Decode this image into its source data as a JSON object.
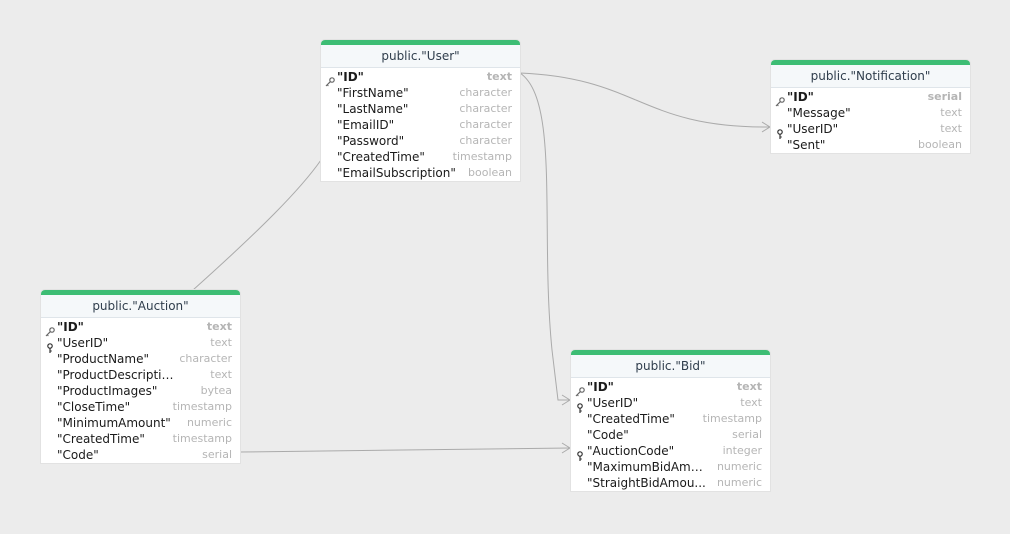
{
  "diagram": {
    "colors": {
      "background": "#ececec",
      "table_accent": "#3dbd74",
      "connector": "#aaaaaa"
    },
    "tables": [
      {
        "id": "user",
        "title": "public.\"User\"",
        "columns": [
          {
            "name": "\"ID\"",
            "type": "text",
            "key": "primary"
          },
          {
            "name": "\"FirstName\"",
            "type": "character",
            "key": ""
          },
          {
            "name": "\"LastName\"",
            "type": "character",
            "key": ""
          },
          {
            "name": "\"EmailID\"",
            "type": "character",
            "key": ""
          },
          {
            "name": "\"Password\"",
            "type": "character",
            "key": ""
          },
          {
            "name": "\"CreatedTime\"",
            "type": "timestamp",
            "key": ""
          },
          {
            "name": "\"EmailSubscription\"",
            "type": "boolean",
            "key": ""
          }
        ]
      },
      {
        "id": "notification",
        "title": "public.\"Notification\"",
        "columns": [
          {
            "name": "\"ID\"",
            "type": "serial",
            "key": "primary"
          },
          {
            "name": "\"Message\"",
            "type": "text",
            "key": ""
          },
          {
            "name": "\"UserID\"",
            "type": "text",
            "key": "foreign"
          },
          {
            "name": "\"Sent\"",
            "type": "boolean",
            "key": ""
          }
        ]
      },
      {
        "id": "auction",
        "title": "public.\"Auction\"",
        "columns": [
          {
            "name": "\"ID\"",
            "type": "text",
            "key": "primary"
          },
          {
            "name": "\"UserID\"",
            "type": "text",
            "key": "foreign"
          },
          {
            "name": "\"ProductName\"",
            "type": "character",
            "key": ""
          },
          {
            "name": "\"ProductDescription\"",
            "type": "text",
            "key": ""
          },
          {
            "name": "\"ProductImages\"",
            "type": "bytea",
            "key": ""
          },
          {
            "name": "\"CloseTime\"",
            "type": "timestamp",
            "key": ""
          },
          {
            "name": "\"MinimumAmount\"",
            "type": "numeric",
            "key": ""
          },
          {
            "name": "\"CreatedTime\"",
            "type": "timestamp",
            "key": ""
          },
          {
            "name": "\"Code\"",
            "type": "serial",
            "key": ""
          }
        ]
      },
      {
        "id": "bid",
        "title": "public.\"Bid\"",
        "columns": [
          {
            "name": "\"ID\"",
            "type": "text",
            "key": "primary"
          },
          {
            "name": "\"UserID\"",
            "type": "text",
            "key": "foreign"
          },
          {
            "name": "\"CreatedTime\"",
            "type": "timestamp",
            "key": ""
          },
          {
            "name": "\"Code\"",
            "type": "serial",
            "key": ""
          },
          {
            "name": "\"AuctionCode\"",
            "type": "integer",
            "key": "foreign"
          },
          {
            "name": "\"MaximumBidAmo...",
            "type": "numeric",
            "key": ""
          },
          {
            "name": "\"StraightBidAmou...",
            "type": "numeric",
            "key": ""
          }
        ]
      }
    ],
    "relationships": [
      {
        "from_table": "user",
        "from_column": "\"ID\"",
        "to_table": "notification",
        "to_column": "\"UserID\""
      },
      {
        "from_table": "user",
        "from_column": "\"ID\"",
        "to_table": "auction",
        "to_column": "\"UserID\""
      },
      {
        "from_table": "user",
        "from_column": "\"ID\"",
        "to_table": "bid",
        "to_column": "\"UserID\""
      },
      {
        "from_table": "auction",
        "from_column": "\"Code\"",
        "to_table": "bid",
        "to_column": "\"AuctionCode\""
      }
    ]
  }
}
